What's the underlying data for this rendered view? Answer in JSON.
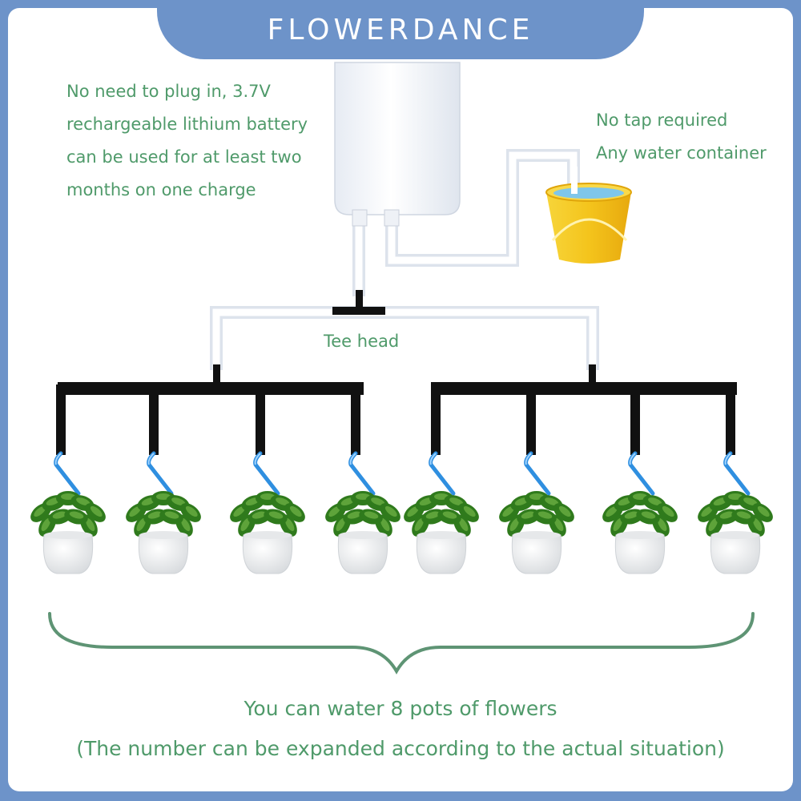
{
  "header": {
    "brand": "FLOWERDANCE"
  },
  "notes": {
    "battery": "No need to plug in, 3.7V rechargeable lithium battery can be used for at least two months on one charge",
    "tap_line1": "No tap required",
    "tap_line2": "Any water container",
    "tee_head": "Tee head"
  },
  "capacity": {
    "main": "You can water 8 pots of flowers",
    "sub": "(The number can be expanded according to the actual situation)"
  },
  "colors": {
    "frame": "#6d93c9",
    "text": "#4f9a6a",
    "hose": "#111111",
    "tube": "#eef2f8",
    "bucket": "#f2c21a",
    "dripper": "#2f8fe0",
    "leaf": "#2f7a1c",
    "pot": "#f4f4f4",
    "brace": "#5e9474"
  },
  "icons": [
    "pump-icon",
    "bucket-icon",
    "tee-connector-icon",
    "dripper-icon",
    "potted-plant-icon",
    "brace-icon"
  ]
}
